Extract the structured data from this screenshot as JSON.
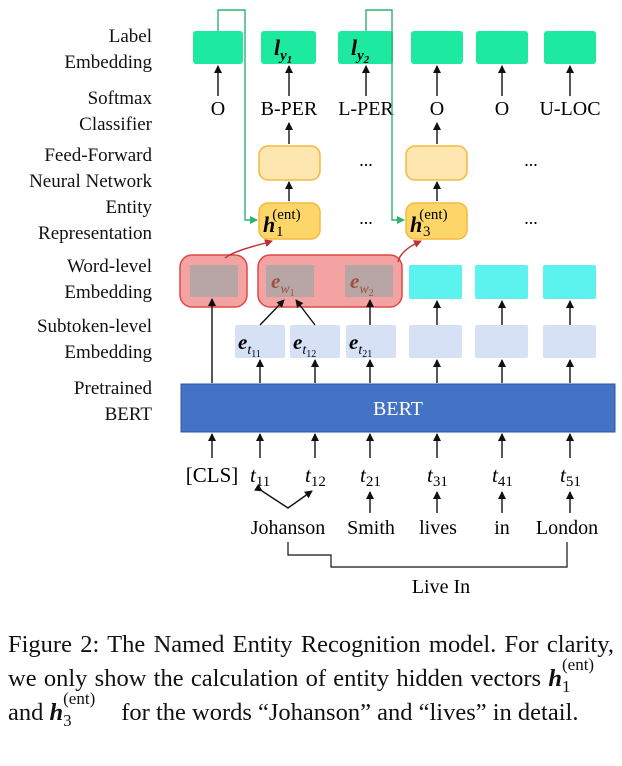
{
  "row_labels": {
    "label_emb": [
      "Label",
      "Embedding"
    ],
    "softmax": [
      "Softmax",
      "Classifier"
    ],
    "ffnn": [
      "Feed-Forward",
      "Neural Network"
    ],
    "entity": [
      "Entity",
      "Representation"
    ],
    "word": [
      "Word-level",
      "Embedding"
    ],
    "subtoken": [
      "Subtoken-level",
      "Embedding"
    ],
    "pretrained": [
      "Pretrained",
      "BERT"
    ]
  },
  "label_embeddings": {
    "l_main": "l",
    "ly1_sub": "y",
    "ly1_subsub": "1",
    "ly2_sub": "y",
    "ly2_subsub": "2"
  },
  "classifier_outputs": [
    "O",
    "B-PER",
    "L-PER",
    "O",
    "O",
    "U-LOC"
  ],
  "ellipsis": "...",
  "entity_repr": {
    "h": "h",
    "sup": "(ent)",
    "h1_sub": "1",
    "h3_sub": "3"
  },
  "word_emb": {
    "e": "e",
    "w": "w",
    "w1": "1",
    "w2": "2"
  },
  "subtoken_emb": [
    {
      "sub": "t",
      "idx": "11"
    },
    {
      "sub": "t",
      "idx": "12"
    },
    {
      "sub": "t",
      "idx": "21"
    }
  ],
  "bert_label": "BERT",
  "tokens": [
    {
      "text": "[CLS]",
      "plain": true
    },
    {
      "t": "t",
      "idx": "11"
    },
    {
      "t": "t",
      "idx": "12"
    },
    {
      "t": "t",
      "idx": "21"
    },
    {
      "t": "t",
      "idx": "31"
    },
    {
      "t": "t",
      "idx": "41"
    },
    {
      "t": "t",
      "idx": "51"
    }
  ],
  "words": [
    "Johanson",
    "Smith",
    "lives",
    "in",
    "London"
  ],
  "relation_label": "Live In",
  "colors": {
    "label_emb": "#1de9a0",
    "ffnn_fill": "#fde6b0",
    "ffnn_stroke": "#f5b93c",
    "entity_fill": "#fdd66a",
    "entity_stroke": "#f5b93c",
    "word_group_fill": "#f4a3a3",
    "word_group_stroke": "#e04848",
    "word_inner": "#b8a6a6",
    "word_cyan": "#5cf2ee",
    "subtoken": "#d7e1f5",
    "bert": "#4472c4",
    "ew_text": "#9e5040",
    "green_line": "#2eb36f",
    "red_arrow": "#c03030"
  },
  "caption": {
    "p1": "Figure 2: The Named Entity Recognition model. For clarity, we only show the calculation of entity hidden vectors ",
    "h": "h",
    "sup": "(ent)",
    "s1": "1",
    "and": " and ",
    "s3": "3",
    "p2": " for the words “Johanson” and “lives” in detail."
  }
}
